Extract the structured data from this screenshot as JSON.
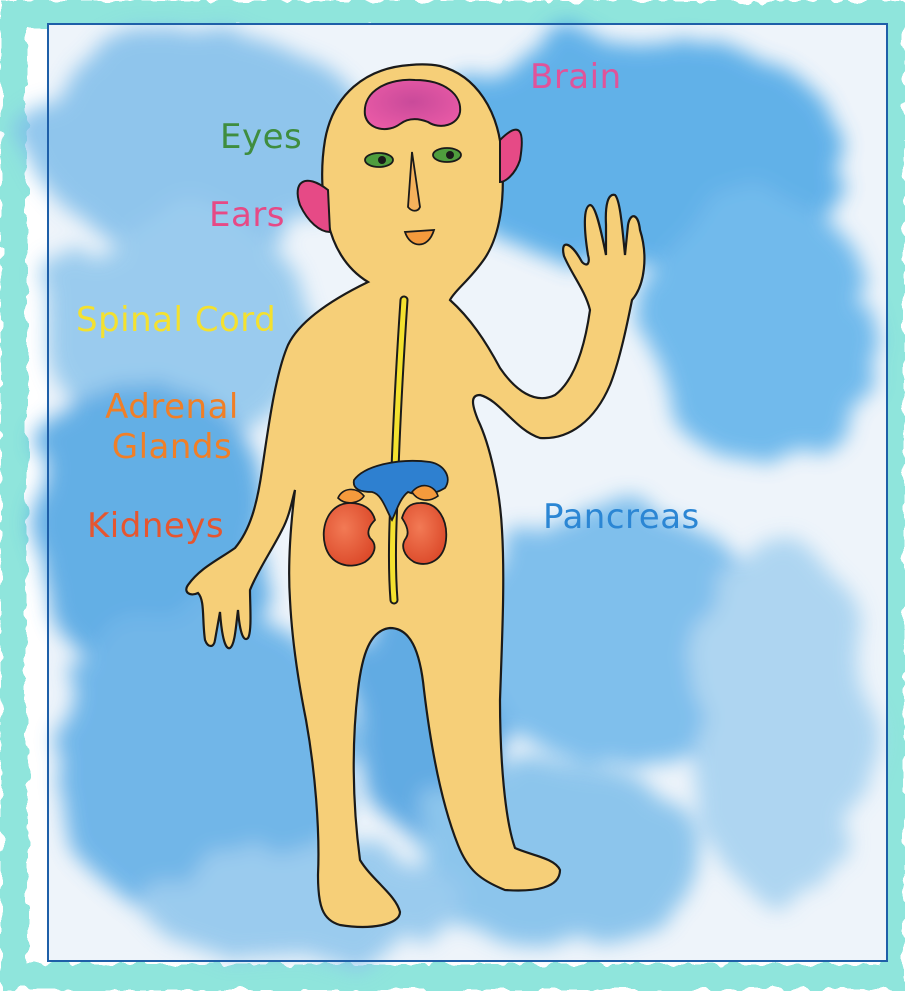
{
  "labels": {
    "brain": "Brain",
    "eyes": "Eyes",
    "ears": "Ears",
    "spinal_cord": "Spinal Cord",
    "adrenal_glands": "Adrenal Glands",
    "kidneys": "Kidneys",
    "pancreas": "Pancreas"
  },
  "colors": {
    "brain": "#e0539a",
    "eyes": "#3f8d3f",
    "ears": "#e64a86",
    "spinal_cord": "#f4e12f",
    "adrenal_glands": "#f07f27",
    "kidneys": "#e55630",
    "pancreas": "#2b86d4",
    "body": "#f7d37a",
    "frame": "#1e5fa8",
    "border_paint": "#8fe5dc",
    "watercolor": "#56a8e6"
  }
}
